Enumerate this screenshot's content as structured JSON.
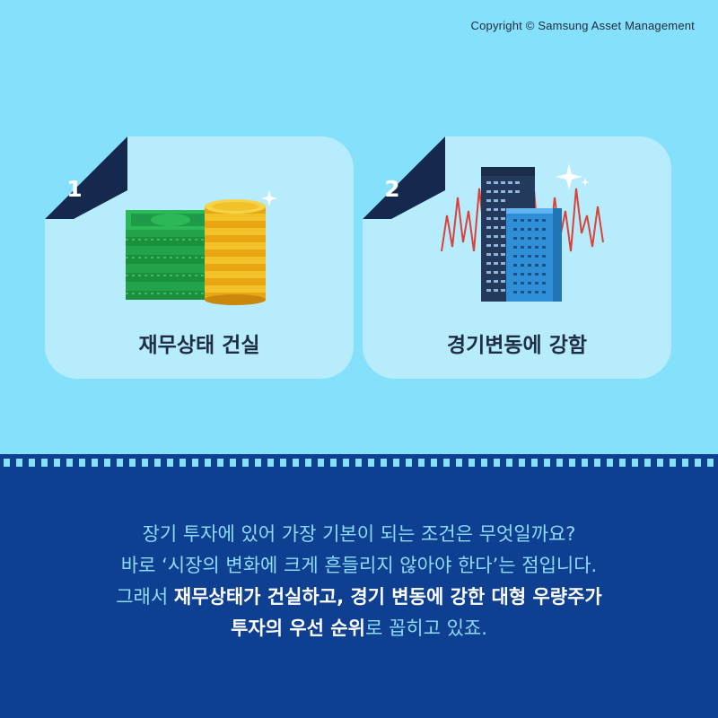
{
  "copyright": "Copyright © Samsung Asset Management",
  "colors": {
    "sky_background": "#85e0fb",
    "card_background": "#b6ecfb",
    "badge_navy": "#14294d",
    "bottom_navy": "#0e3f91",
    "body_text_light": "#8fdcfa",
    "body_text_strong": "#ffffff"
  },
  "cards": [
    {
      "number": "1",
      "label": "재무상태 건실",
      "icon": "money-and-coins-icon"
    },
    {
      "number": "2",
      "label": "경기변동에 강함",
      "icon": "buildings-and-chart-icon"
    }
  ],
  "body": {
    "line1": "장기 투자에 있어 가장 기본이 되는 조건은 무엇일까요?",
    "line2": "바로 ‘시장의 변화에 크게 흔들리지 않아야 한다’는 점입니다.",
    "line3_plain": "그래서 ",
    "line3_strong": "재무상태가 건실하고, 경기 변동에 강한 대형 우량주가",
    "line4_strong": "투자의 우선 순위",
    "line4_plain": "로 꼽히고 있죠."
  }
}
